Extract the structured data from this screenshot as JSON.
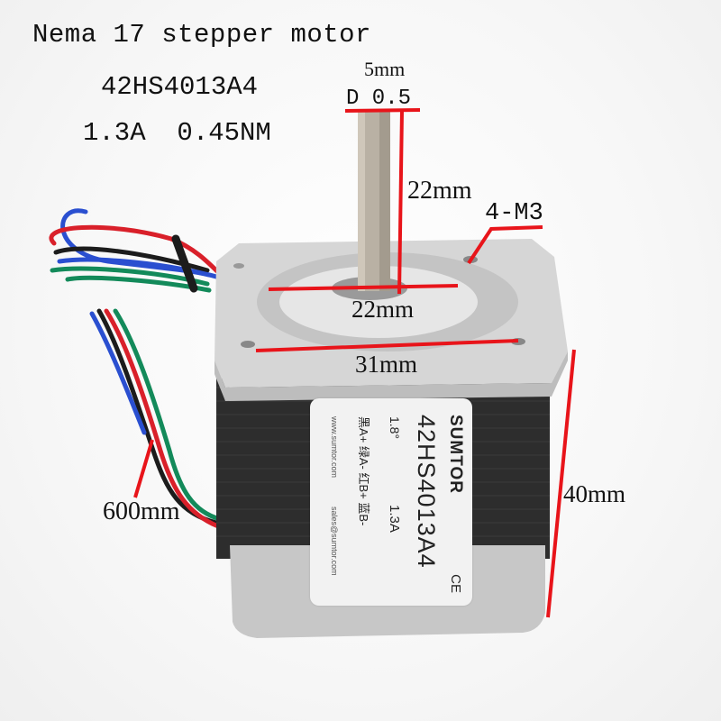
{
  "heading": {
    "line1": "Nema 17 stepper motor",
    "line2": "42HS4013A4",
    "line3": "1.3A  0.45NM"
  },
  "dimensions": {
    "shaft_diameter": "5mm",
    "shaft_d_cut": "D 0.5",
    "shaft_length": "22mm",
    "mount_holes": "4-M3",
    "boss_diameter": "22mm",
    "hole_spacing": "31mm",
    "body_length": "40mm",
    "cable_length": "600mm"
  },
  "motor_label": {
    "brand": "SUMTOR",
    "model": "42HS4013A4",
    "step_angle": "1.8°",
    "current": "1.3A",
    "wiring": "黑A+ 绿A- 红B+ 蓝B-",
    "website": "www.sumtor.com",
    "email": "sales@sumtor.com",
    "cert": "CE"
  },
  "colors": {
    "annotation_line": "#e8141a",
    "body_black": "#2b2b2b",
    "aluminum": "#c9c9c9",
    "wire_red": "#d9202a",
    "wire_green": "#138a5a",
    "wire_blue": "#2a4fd0",
    "wire_black": "#1c1c1c"
  }
}
